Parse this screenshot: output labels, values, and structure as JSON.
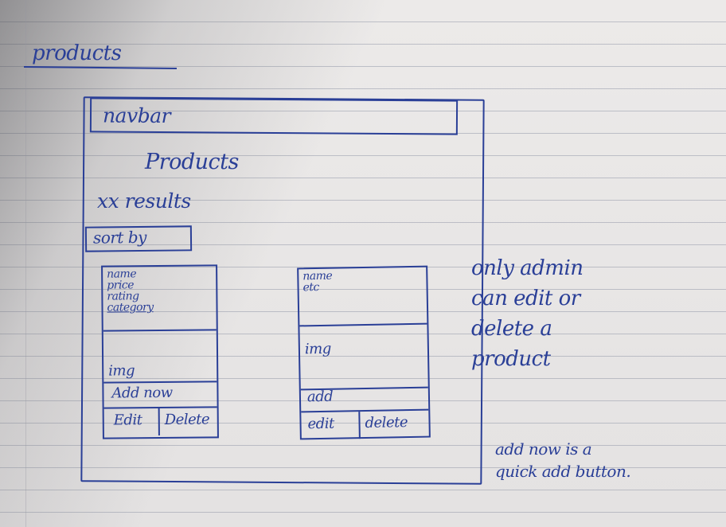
{
  "page_heading": "products",
  "navbar_label": "navbar",
  "main": {
    "title": "Products",
    "results": "xx results",
    "sort_label": "sort by"
  },
  "card_a": {
    "fields": [
      "name",
      "price",
      "rating",
      "category"
    ],
    "img_label": "img",
    "add_label": "Add now",
    "edit_label": "Edit",
    "delete_label": "Delete"
  },
  "card_b": {
    "fields": [
      "name",
      "etc"
    ],
    "img_label": "img",
    "add_label": "add",
    "edit_label": "edit",
    "delete_label": "delete"
  },
  "notes": {
    "admin_lines": [
      "only admin",
      "can edit or",
      "delete a",
      "product"
    ],
    "add_lines": [
      "add now is a",
      "quick add button."
    ]
  },
  "colors": {
    "ink": "#2a3f97",
    "paper": "#e9e7e6",
    "rule_lines": "#969baa"
  }
}
